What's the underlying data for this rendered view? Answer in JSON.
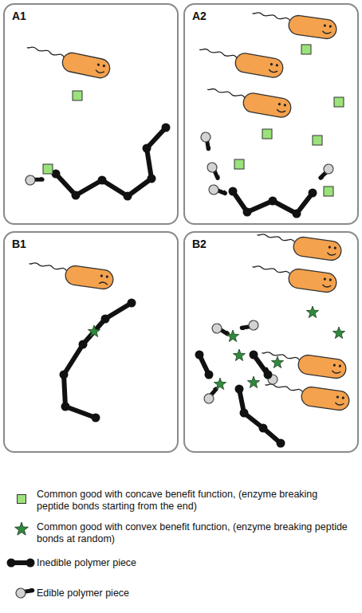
{
  "diagram": {
    "nodes": [
      {
        "text": [
          "A1"
        ]
      },
      {
        "text": [
          "A2"
        ]
      },
      {
        "text": [
          "B1"
        ]
      },
      {
        "text": [
          "B2"
        ]
      }
    ],
    "legend": [
      {
        "text": "Common good with concave benefit function, (enzyme breaking peptide bonds starting from the end)",
        "color": "#9be27a"
      },
      {
        "text": "Common good with convex benefit function, (enzyme breaking peptide bonds at random)"
      },
      {
        "text": "Inedible polymer piece"
      },
      {
        "text": "Edible polymer piece"
      }
    ]
  }
}
